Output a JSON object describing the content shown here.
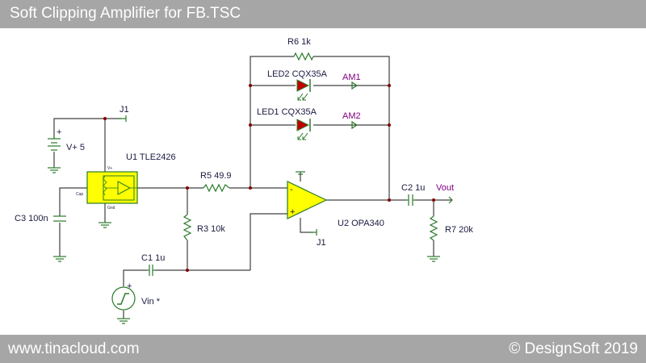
{
  "header": {
    "title": "Soft Clipping Amplifier for FB.TSC"
  },
  "footer": {
    "left": "www.tinacloud.com",
    "right": "© DesignSoft 2019"
  },
  "colors": {
    "bar": "#a6a6a6",
    "wire": "#404040",
    "component": "#2a7a2a",
    "led_red": "#c00000",
    "chip_fill": "#ffff00",
    "label": "#1a1a40",
    "meter_label": "#800080"
  },
  "labels": {
    "r6": "R6 1k",
    "led2": "LED2 CQX35A",
    "am1": "AM1",
    "led1": "LED1 CQX35A",
    "am2": "AM2",
    "j1_top": "J1",
    "vplus": "V+ 5",
    "u1": "U1 TLE2426",
    "r5": "R5 49.9",
    "c2": "C2 1u",
    "vout": "Vout",
    "c3": "C3 100n",
    "r3": "R3 10k",
    "u2": "U2 OPA340",
    "r7": "R7 20k",
    "j1_bottom": "J1",
    "c1": "C1 1u",
    "vin": "Vin *",
    "u1_vplus": "V+",
    "u1_cap": "Cap",
    "u1_gnd": "Gnd",
    "plus_sign": "+",
    "minus_sign": "-",
    "vin_plus": "+"
  }
}
